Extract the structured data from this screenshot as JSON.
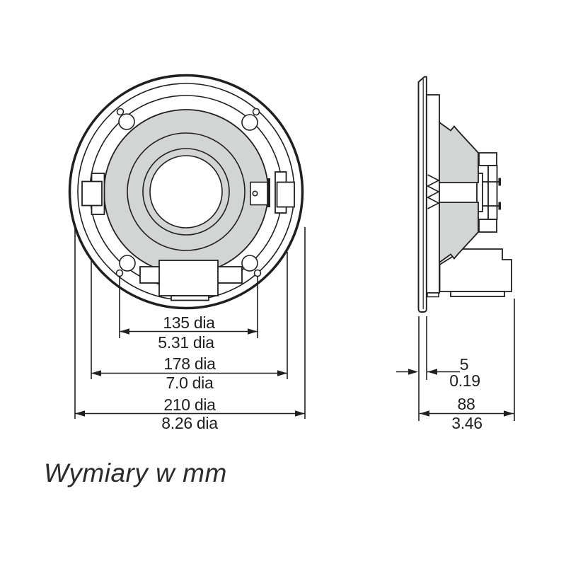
{
  "caption": "Wymiary w mm",
  "front_view": {
    "dims": [
      {
        "mm": "135 dia",
        "inch": "5.31 dia"
      },
      {
        "mm": "178 dia",
        "inch": "7.0 dia"
      },
      {
        "mm": "210 dia",
        "inch": "8.26 dia"
      }
    ]
  },
  "side_view": {
    "dims": [
      {
        "mm": "5",
        "inch": "0.19"
      },
      {
        "mm": "88",
        "inch": "3.46"
      }
    ]
  },
  "colors": {
    "line": "#1f1f1f",
    "cone_gray": "#d3d5d4",
    "background": "#ffffff"
  }
}
